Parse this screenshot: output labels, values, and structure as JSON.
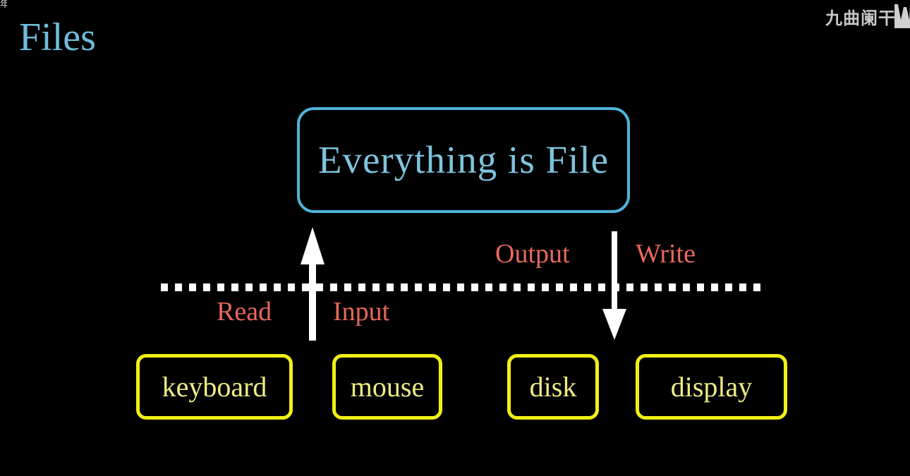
{
  "slide": {
    "title": "Files",
    "background_color": "#000000"
  },
  "watermark": {
    "text": "九曲阑干",
    "logo_icon": "w-logo-icon",
    "corner_stub": "年"
  },
  "concept_box": {
    "label": "Everything is File",
    "border_color": "#4eb3d8",
    "text_color": "#7ec4de"
  },
  "divider": {
    "style": "dotted",
    "color": "#ffffff"
  },
  "flows": [
    {
      "name": "read-input",
      "direction": "up",
      "arrow_icon": "arrow-up-icon",
      "label_below": "Read",
      "label_right": "Input",
      "color": "#e8685c"
    },
    {
      "name": "output-write",
      "direction": "down",
      "arrow_icon": "arrow-down-icon",
      "label_above_left": "Output",
      "label_above_right": "Write",
      "color": "#e8685c"
    }
  ],
  "flow_labels": {
    "read": "Read",
    "input": "Input",
    "output": "Output",
    "write": "Write"
  },
  "devices": [
    {
      "label": "keyboard",
      "kind": "input"
    },
    {
      "label": "mouse",
      "kind": "input"
    },
    {
      "label": "disk",
      "kind": "output"
    },
    {
      "label": "display",
      "kind": "output"
    }
  ],
  "colors": {
    "accent_blue": "#4eb3d8",
    "text_blue": "#7ec4de",
    "title_blue": "#6fbcdb",
    "device_yellow": "#f0ef17",
    "device_text_yellow": "#eeec84",
    "flow_red": "#e8685c",
    "arrow_white": "#ffffff",
    "background": "#000000"
  }
}
